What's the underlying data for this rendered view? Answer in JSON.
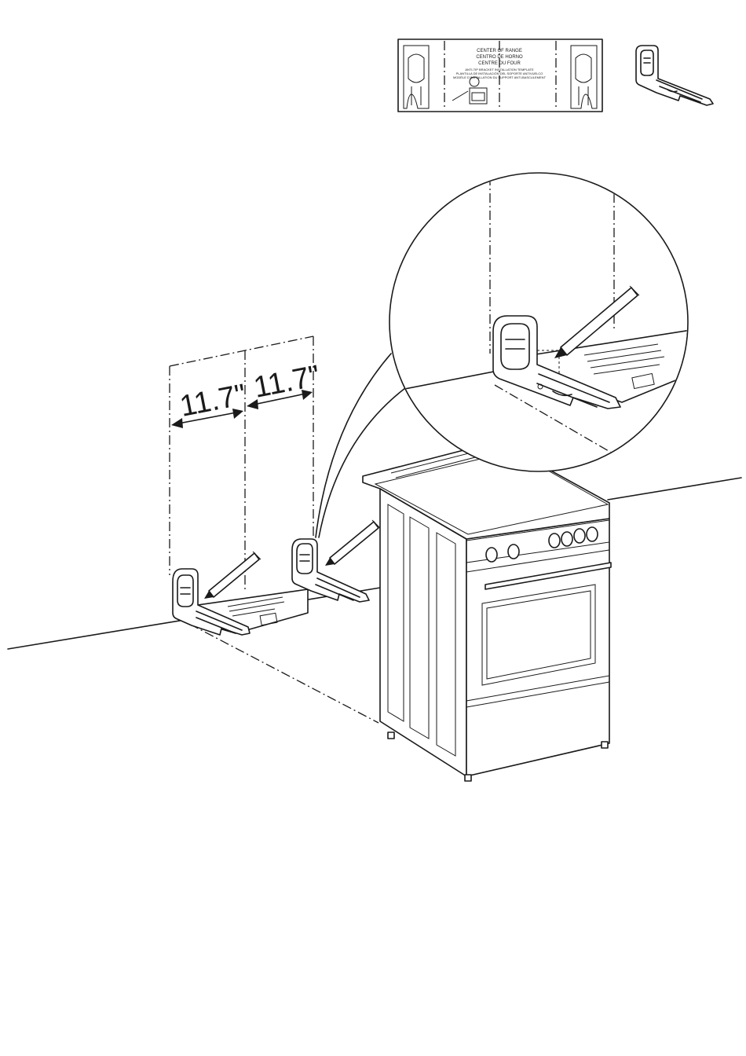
{
  "template": {
    "title_lines": [
      "CENTER OF RANGE",
      "CENTRO DE HORNO",
      "CENTRE DU FOUR"
    ],
    "subtitle_lines": [
      "ANTI-TIP BRACKET INSTALLATION TEMPLATE",
      "PLANTILLA DE INSTALACIÓN DEL SOPORTE ANTIVUELCO",
      "MODÈLE D'INSTALLATION DU SUPPORT ANTI-BASCULEMENT"
    ]
  },
  "dimensions": {
    "left_label": "11.7\"",
    "right_label": "11.7\""
  },
  "icons": {
    "bracket": "anti-tip-bracket-icon",
    "pencil": "pencil-icon",
    "range": "range-icon"
  }
}
